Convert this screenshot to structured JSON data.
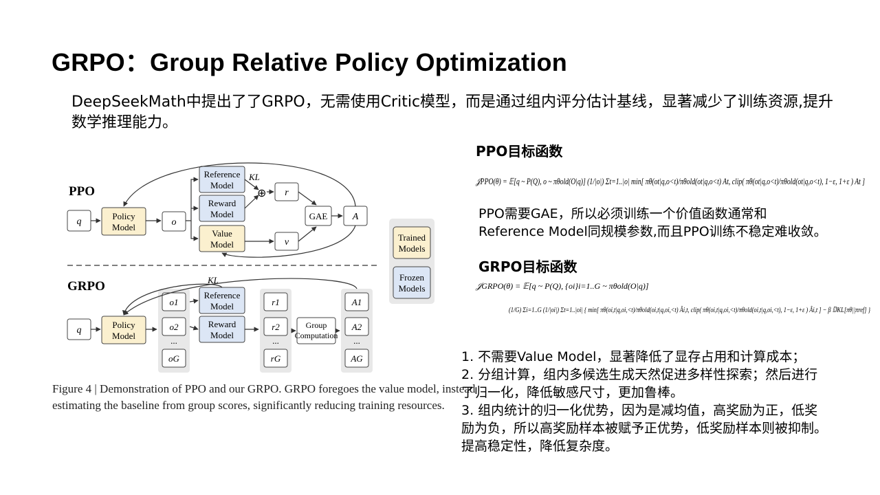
{
  "title": "GRPO：Group Relative Policy Optimization",
  "intro": "DeepSeekMath中提出了了GRPO，无需使用Critic模型，而是通过组内评分估计基线，显著减少了训练资源,提升数学推理能力。",
  "diagram": {
    "ppo_label": "PPO",
    "grpo_label": "GRPO",
    "q": "q",
    "policy_model": [
      "Policy",
      "Model"
    ],
    "reference_model": [
      "Reference",
      "Model"
    ],
    "reward_model": [
      "Reward",
      "Model"
    ],
    "value_model": [
      "Value",
      "Model"
    ],
    "o": "o",
    "r": "r",
    "v": "v",
    "gae": "GAE",
    "a": "A",
    "kl": "KL",
    "plus": "⊕",
    "group_computation": [
      "Group",
      "Computation"
    ],
    "o_items": [
      "o1",
      "o2",
      "oG"
    ],
    "r_items": [
      "r1",
      "r2",
      "rG"
    ],
    "a_items": [
      "A1",
      "A2",
      "AG"
    ],
    "dots": "...",
    "legend_trained": [
      "Trained",
      "Models"
    ],
    "legend_frozen": [
      "Frozen",
      "Models"
    ],
    "colors": {
      "trained": "#fbf0cf",
      "frozen": "#dce6f5",
      "legend_bg": "#e8e8e8"
    },
    "caption_line1": "Figure 4 | Demonstration of PPO and our GRPO. GRPO foregoes the value model, instead",
    "caption_line2": "estimating the baseline from group scores, significantly reducing training resources."
  },
  "ppo_section": {
    "heading": "PPO目标函数",
    "formula": "𝒥PPO(θ) = 𝔼[q ~ P(Q), o ~ πθold(O|q)] (1/|o|) Σt=1..|o| min[ πθ(ot|q,o<t)/πθold(ot|q,o<t) At, clip( πθ(ot|q,o<t)/πθold(ot|q,o<t), 1−ε, 1+ε ) At ]",
    "note_line1": "PPO需要GAE，所以必须训练一个价值函数通常和",
    "note_line2": "Reference Model同规模参数,而且PPO训练不稳定难收敛。"
  },
  "grpo_section": {
    "heading": "GRPO目标函数",
    "formula_line1": "𝒥GRPO(θ) = 𝔼[q ~ P(Q), {oi}i=1..G ~ πθold(O|q)]",
    "formula_line2": "(1/G) Σi=1..G (1/|oi|) Σt=1..|oi| { min[ πθ(oi,t|q,oi,<t)/πθold(oi,t|q,oi,<t) Âi,t, clip( πθ(oi,t|q,oi,<t)/πθold(oi,t|q,oi,<t), 1−ε, 1+ε ) Âi,t ] − β 𝔻KL[πθ||πref] }"
  },
  "points": [
    "1. 不需要Value Model，显著降低了显存占用和计算成本；",
    "2. 分组计算，组内多候选生成天然促进多样性探索；然后进行",
    "了归一化，降低敏感尺寸，更加鲁棒。",
    "3. 组内统计的归一化优势，因为是减均值，高奖励为正，低奖",
    "励为负，所以高奖励样本被赋予正优势，低奖励样本则被抑制。",
    "提高稳定性，降低复杂度。"
  ]
}
